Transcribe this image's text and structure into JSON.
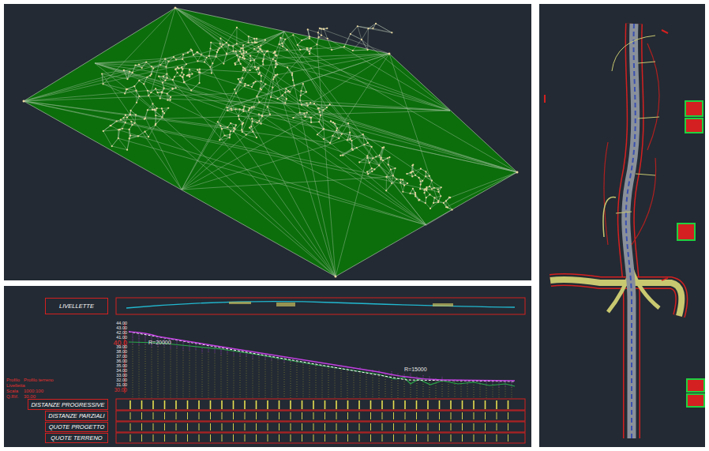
{
  "diagram": {
    "nodes": [
      {
        "text": [
          "LIVELLETTE"
        ]
      },
      {
        "text": [
          "DISTANZE PROGRESSIVE"
        ]
      },
      {
        "text": [
          "DISTANZE PARZIALI"
        ]
      },
      {
        "text": [
          "QUOTE PROGETTO"
        ]
      },
      {
        "text": [
          "QUOTE TERRENO"
        ]
      }
    ],
    "edges": [],
    "labels": [
      "44.00",
      "43.00",
      "42.00",
      "41.00",
      "40.0",
      "39.00",
      "38.00",
      "37.00",
      "36.00",
      "35.00",
      "34.00",
      "33.00",
      "32.00",
      "31.00",
      "30.00",
      "R=20000",
      "R=15000",
      "Profilo",
      "Profilo terreno",
      "Livelletta",
      "Scala",
      "1000:100",
      "Q.Rif.",
      "30.00"
    ]
  }
}
